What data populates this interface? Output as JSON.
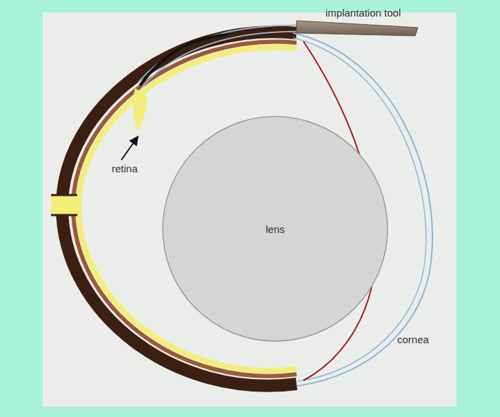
{
  "diagram": {
    "nodes": [
      {
        "text": [
          "lens"
        ]
      }
    ],
    "labels": [
      "implantation tool",
      "retina",
      "cornea"
    ]
  }
}
